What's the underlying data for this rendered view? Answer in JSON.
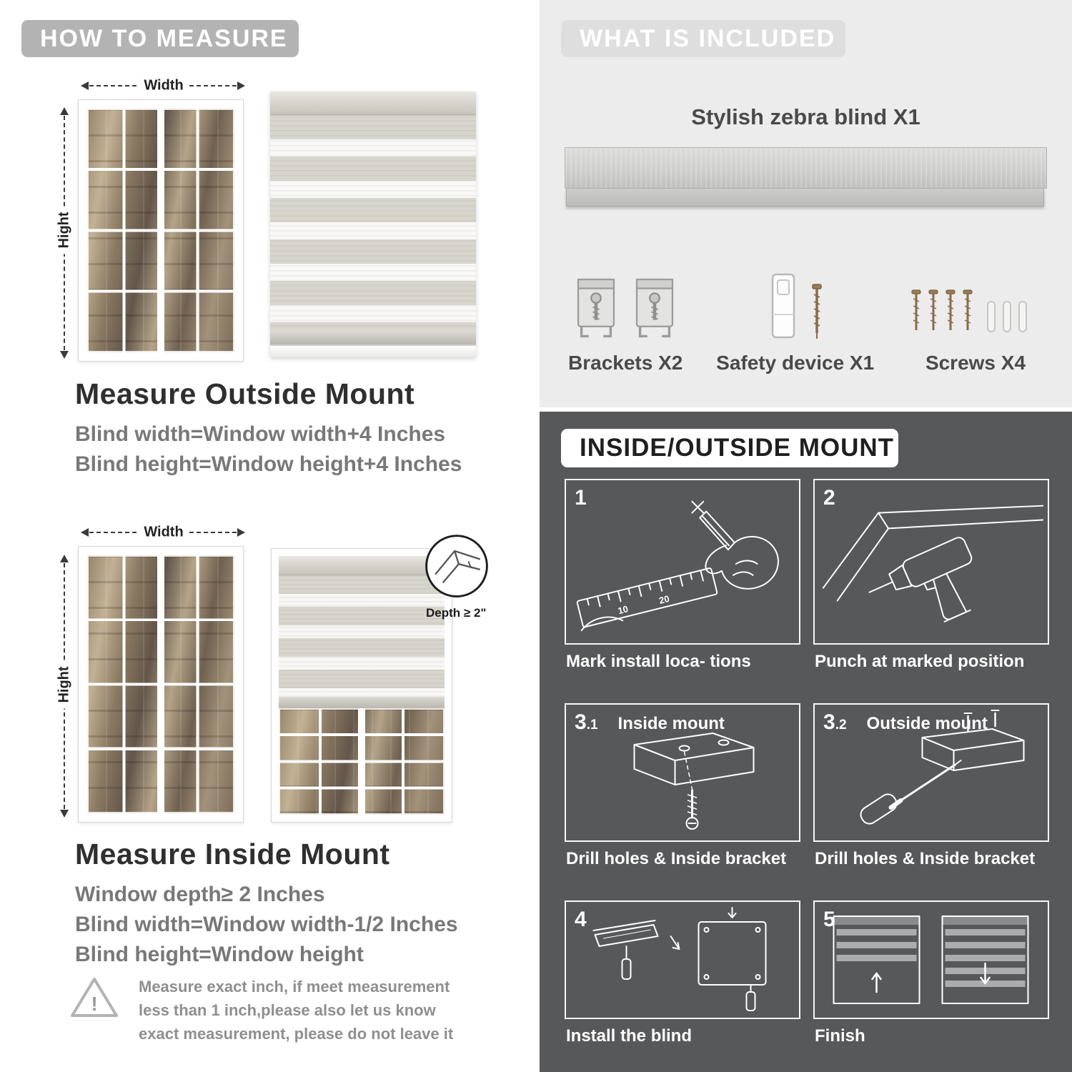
{
  "colors": {
    "header_pill_gray": "#b3b3b3",
    "included_section_bg": "#ececec",
    "mount_section_bg": "#57585a",
    "blind_fabric_gray": "#d8d5cd",
    "heading_text": "#2f2f2f",
    "formula_text": "#787878"
  },
  "left": {
    "header": "HOW TO MEASURE",
    "outside": {
      "width_label": "Width",
      "height_label": "Hight",
      "heading": "Measure Outside Mount",
      "formula1": "Blind width=Window width+4 Inches",
      "formula2": "Blind height=Window height+4 Inches"
    },
    "inside": {
      "width_label": "Width",
      "height_label": "Hight",
      "depth_label": "Depth ≥ 2\"",
      "heading": "Measure Inside Mount",
      "formula1": "Window depth≥ 2 Inches",
      "formula2": "Blind width=Window width-1/2 Inches",
      "formula3": "Blind height=Window height"
    },
    "warning": {
      "mark": "!",
      "text": "Measure exact inch, if meet measurement less than 1 inch,please also let us know exact measurement, please do not leave it"
    }
  },
  "right": {
    "included": {
      "header": "WHAT IS INCLUDED",
      "blind_label": "Stylish zebra blind X1",
      "items": [
        {
          "label": "Brackets X2"
        },
        {
          "label": "Safety device X1"
        },
        {
          "label": "Screws X4"
        }
      ]
    },
    "mount": {
      "header": "INSIDE/OUTSIDE MOUNT",
      "ruler_marks": [
        "10",
        "20"
      ],
      "steps": [
        {
          "num": "1",
          "sub": "",
          "label": "",
          "caption": "Mark install loca- tions"
        },
        {
          "num": "2",
          "sub": "",
          "label": "",
          "caption": "Punch at  marked position"
        },
        {
          "num": "3",
          "sub": ".1",
          "label": "Inside mount",
          "caption": "Drill holes &  Inside bracket"
        },
        {
          "num": "3",
          "sub": ".2",
          "label": "Outside mount",
          "caption": "Drill holes &  Inside bracket"
        },
        {
          "num": "4",
          "sub": "",
          "label": "",
          "caption": "Install the blind"
        },
        {
          "num": "5",
          "sub": "",
          "label": "",
          "caption": "Finish"
        }
      ]
    }
  }
}
